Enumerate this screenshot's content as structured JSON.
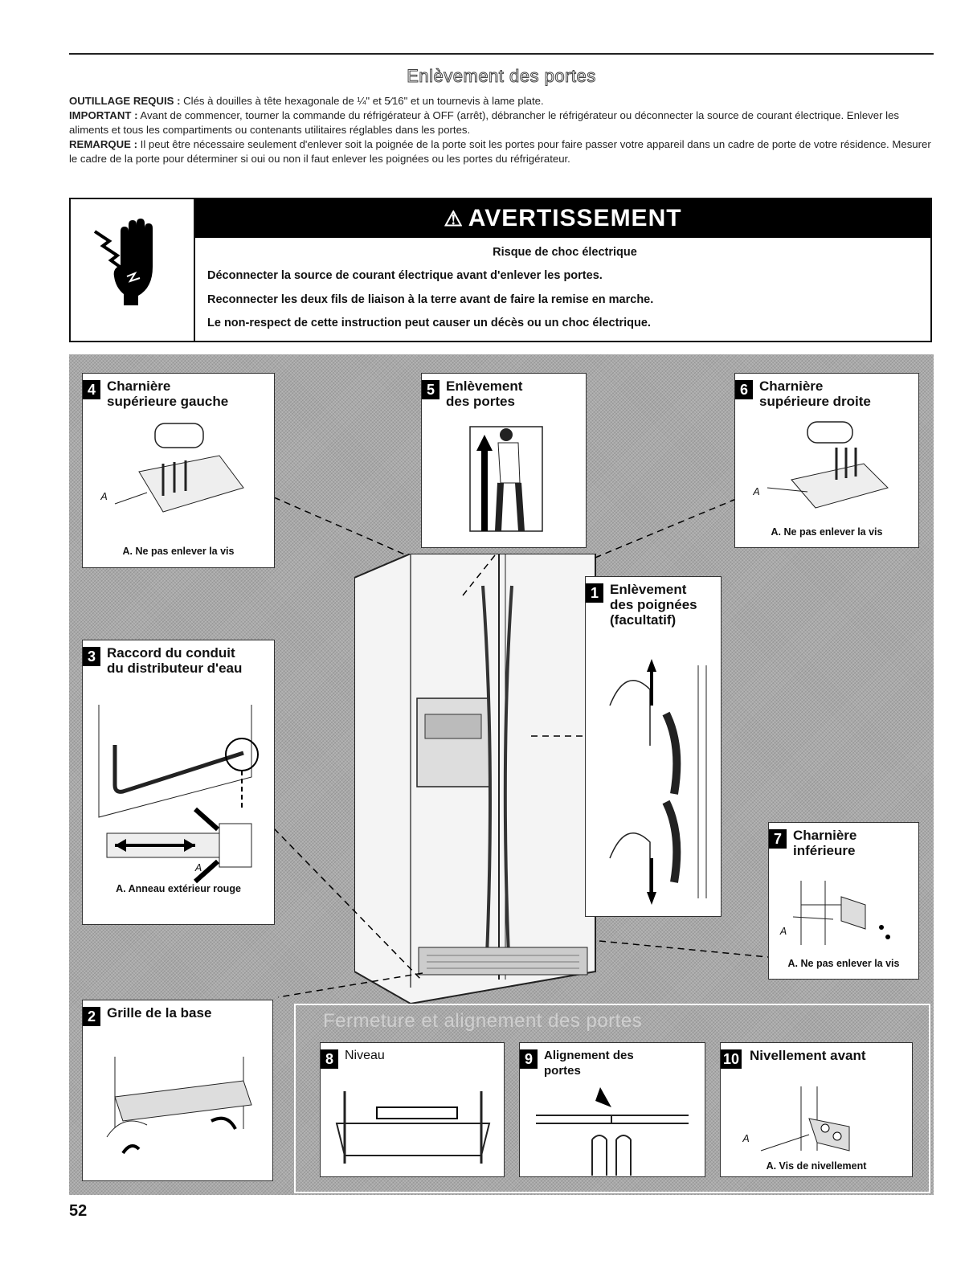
{
  "page": {
    "title": "Enlèvement des portes",
    "page_number": "52"
  },
  "intro": {
    "outillage_label": "OUTILLAGE REQUIS :",
    "outillage_text": " Clés à douilles à tête hexagonale de ¼\" et 5⁄16\" et un tournevis à lame plate.",
    "important_label": "IMPORTANT :",
    "important_text": " Avant de commencer, tourner la commande du réfrigérateur à OFF (arrêt), débrancher le réfrigérateur ou déconnecter la source de courant électrique. Enlever les aliments et tous les compartiments ou contenants utilitaires réglables dans les portes.",
    "remarque_label": "REMARQUE :",
    "remarque_text": " Il peut être nécessaire seulement d'enlever soit la poignée de la porte soit les portes pour faire passer votre appareil dans un cadre de porte de votre résidence. Mesurer le cadre de la porte pour déterminer si oui ou non il faut enlever les poignées ou les portes du réfrigérateur."
  },
  "warning": {
    "header": "AVERTISSEMENT",
    "risk": "Risque de choc électrique",
    "line1": "Déconnecter la source de courant électrique avant d'enlever les portes.",
    "line2": "Reconnecter les deux fils de liaison à la terre avant de faire la remise en marche.",
    "line3": "Le non-respect de cette instruction peut causer un décès ou un choc électrique.",
    "icon": "electric-shock-hand-icon"
  },
  "steps": {
    "s4": {
      "num": "4",
      "title": "Charnière\nsupérieure gauche",
      "label": "A. Ne pas enlever la vis",
      "marker": "A"
    },
    "s5": {
      "num": "5",
      "title": "Enlèvement\ndes portes"
    },
    "s6": {
      "num": "6",
      "title": "Charnière\nsupérieure droite",
      "label": "A. Ne pas enlever la vis",
      "marker": "A"
    },
    "s1": {
      "num": "1",
      "title": "Enlèvement\ndes poignées\n(facultatif)"
    },
    "s3": {
      "num": "3",
      "title": "Raccord du conduit\ndu distributeur d'eau",
      "label": "A. Anneau extérieur rouge",
      "marker": "A"
    },
    "s7": {
      "num": "7",
      "title": "Charnière\ninférieure",
      "label": "A. Ne pas enlever la vis",
      "marker": "A"
    },
    "s2": {
      "num": "2",
      "title": "Grille de la base"
    },
    "s8": {
      "num": "8",
      "title": "Niveau"
    },
    "s9": {
      "num": "9",
      "title": "Alignement des\nportes"
    },
    "s10": {
      "num": "10",
      "title": "Nivellement avant",
      "label": "A. Vis de nivellement",
      "marker": "A"
    }
  },
  "closing_title": "Fermeture et alignement des portes"
}
